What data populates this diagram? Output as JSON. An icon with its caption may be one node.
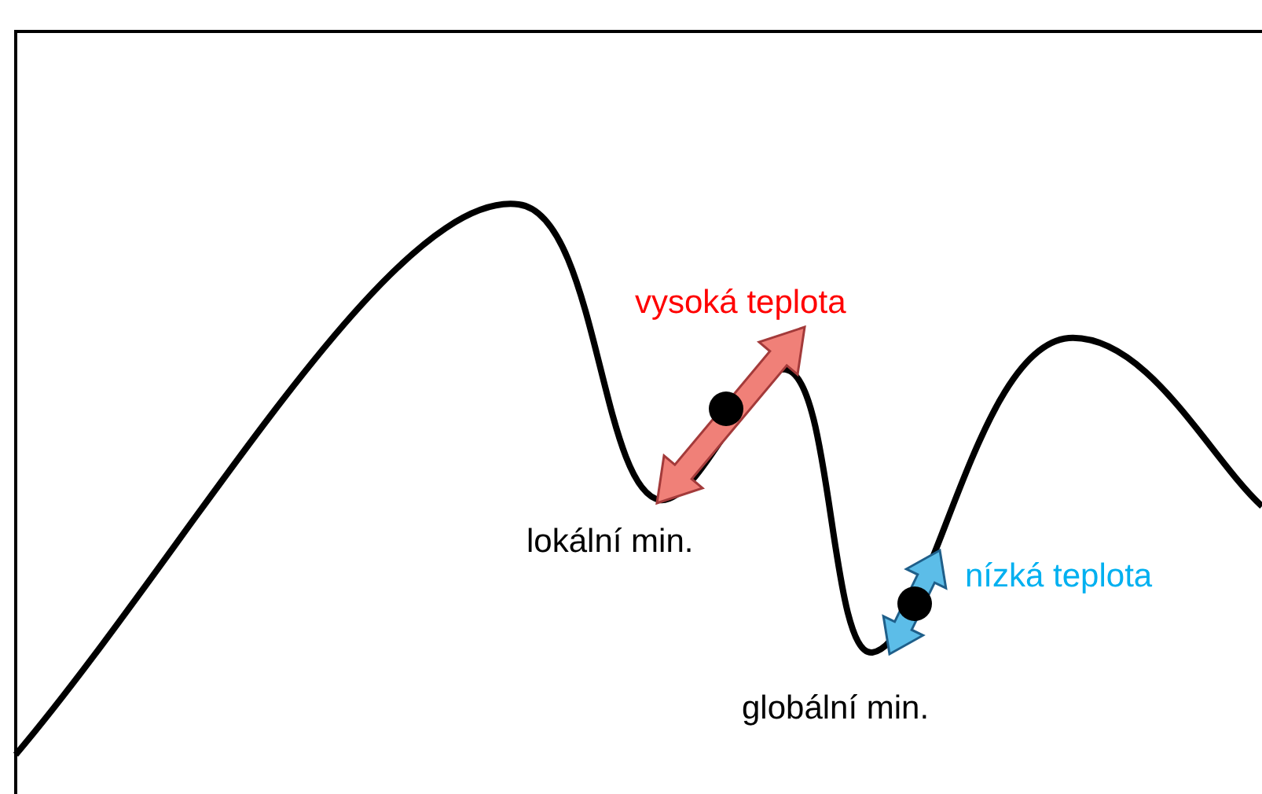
{
  "diagram": {
    "labels": [
      "vysoká teplota",
      "lokální min.",
      "nízká teplota",
      "globální min."
    ]
  }
}
